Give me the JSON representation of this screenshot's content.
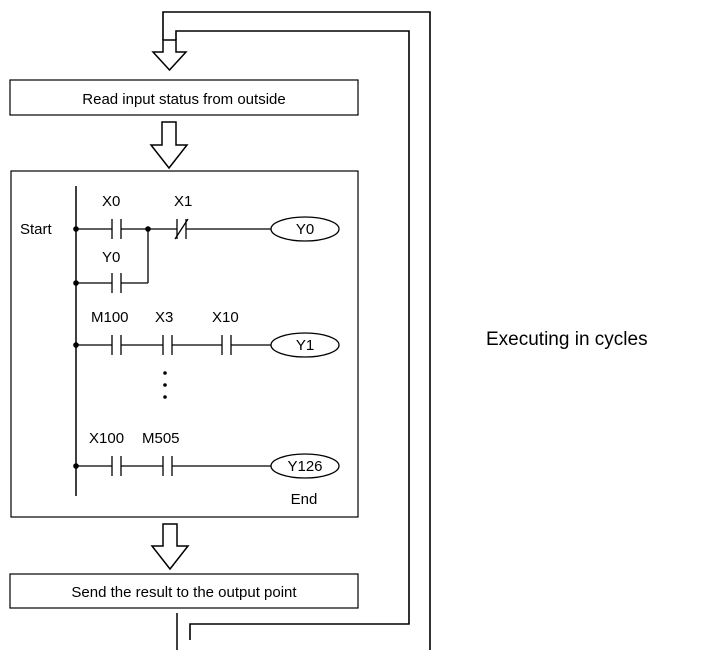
{
  "boxes": {
    "read_input": "Read input status from outside",
    "send_result": "Send the result to the output point"
  },
  "cycle_label": "Executing in cycles",
  "ladder": {
    "start_label": "Start",
    "end_label": "End",
    "dots": "⋮",
    "rung1": {
      "contact1": "X0",
      "contact2": "X1",
      "coil": "Y0"
    },
    "rung2": {
      "contact1": "Y0"
    },
    "rung3": {
      "contact1": "M100",
      "contact2": "X3",
      "contact3": "X10",
      "coil": "Y1"
    },
    "rung4": {
      "contact1": "X100",
      "contact2": "M505",
      "coil": "Y126"
    }
  }
}
